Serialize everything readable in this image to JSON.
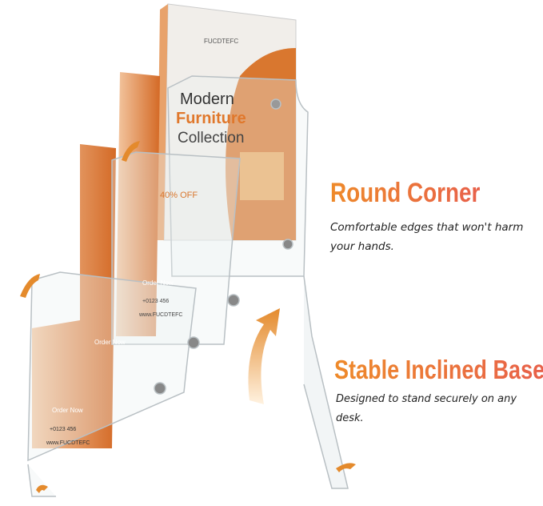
{
  "features": [
    {
      "title": "Round Corner",
      "description": "Comfortable edges that won't harm your hands."
    },
    {
      "title": "Stable Inclined Base",
      "description": "Designed to stand securely on any desk."
    }
  ],
  "brochure": {
    "brand": "FUCDTEFC",
    "title_line1": "Modern",
    "title_line2": "Furniture",
    "title_line3": "Collection",
    "discount": "40% OFF",
    "cta": "Order Now",
    "phone": "+0123 456",
    "web": "www.FUCDTEFC"
  },
  "colors": {
    "accent_start": "#ee8a2a",
    "accent_end": "#e8604a",
    "brochure_orange": "#d9772f"
  },
  "icons": [
    "curved-arrow-icon"
  ]
}
